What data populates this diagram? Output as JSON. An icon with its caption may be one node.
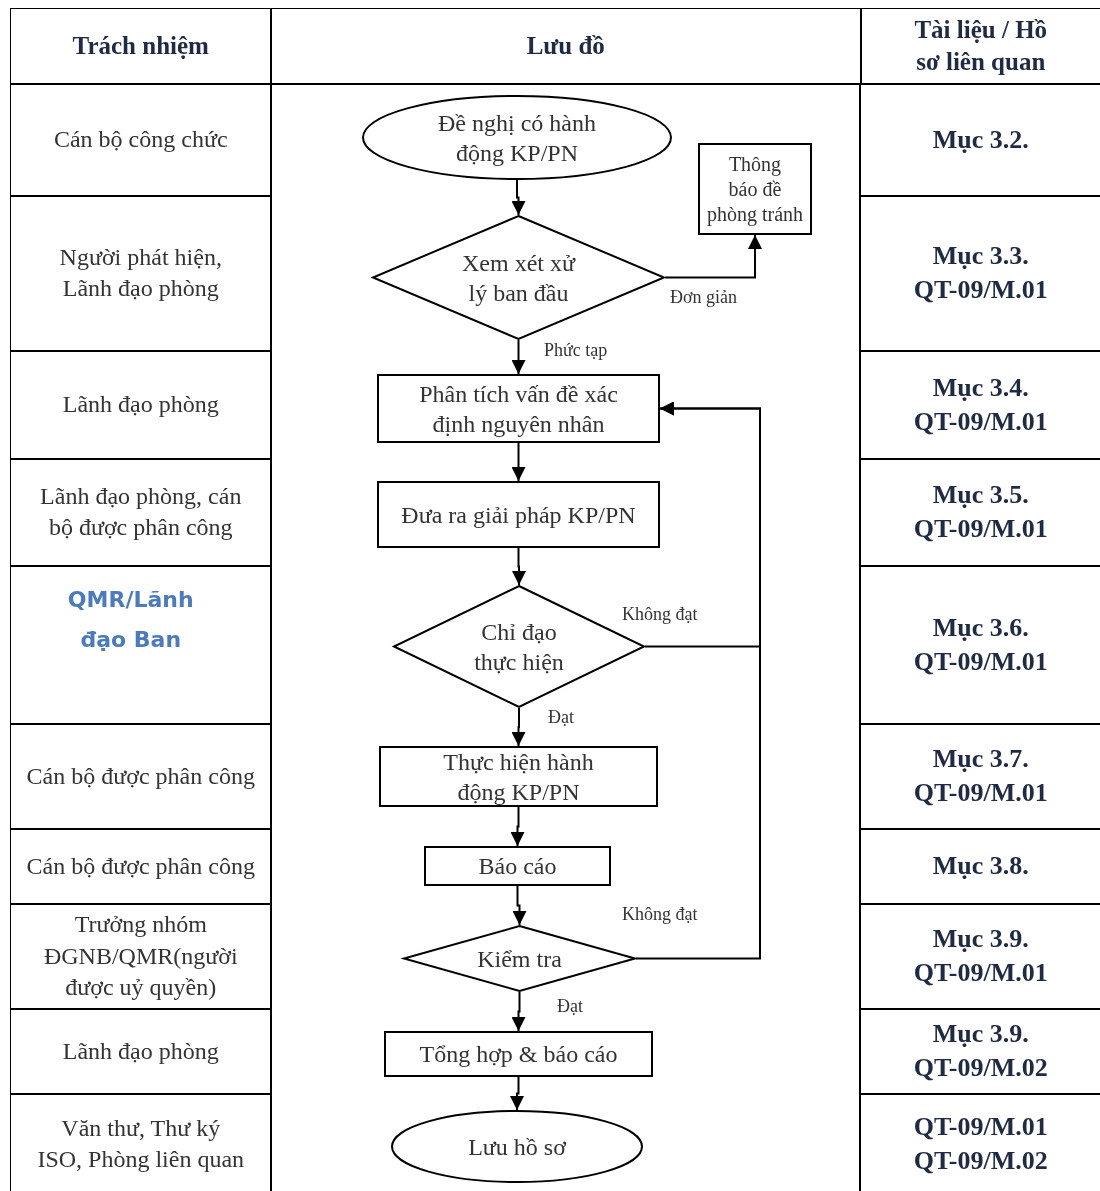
{
  "diagram": {
    "nodes": [
      {
        "text": [
          "Đề nghị có hành động KP/PN"
        ]
      },
      {
        "text": [
          "Thông báo đề phòng tránh"
        ]
      },
      {
        "text": [
          "Xem xét xử lý ban đầu"
        ]
      },
      {
        "text": [
          "Phân tích vấn đề xác định nguyên nhân"
        ]
      },
      {
        "text": [
          "Đưa ra giải pháp KP/PN"
        ]
      },
      {
        "text": [
          "Chỉ đạo thực hiện"
        ]
      },
      {
        "text": [
          "Thực hiện hành động KP/PN"
        ]
      },
      {
        "text": [
          "Báo cáo"
        ]
      },
      {
        "text": [
          "Kiểm tra"
        ]
      },
      {
        "text": [
          "Tổng hợp & báo cáo"
        ]
      },
      {
        "text": [
          "Lưu hồ sơ"
        ]
      }
    ],
    "edges": [
      {
        "from": 0,
        "to": 2,
        "arrow": "to"
      },
      {
        "from": 2,
        "to": 1,
        "arrow": "to",
        "label": "Đơn giản"
      },
      {
        "from": 2,
        "to": 3,
        "arrow": "to",
        "label": "Phức tạp"
      },
      {
        "from": 3,
        "to": 4,
        "arrow": "to"
      },
      {
        "from": 4,
        "to": 5,
        "arrow": "to"
      },
      {
        "from": 5,
        "to": 3,
        "arrow": "to",
        "label": "Không đạt"
      },
      {
        "from": 5,
        "to": 6,
        "arrow": "to",
        "label": "Đạt"
      },
      {
        "from": 6,
        "to": 7,
        "arrow": "to"
      },
      {
        "from": 7,
        "to": 8,
        "arrow": "to"
      },
      {
        "from": 8,
        "to": 3,
        "arrow": "to",
        "label": "Không đạt"
      },
      {
        "from": 8,
        "to": 9,
        "arrow": "to",
        "label": "Đạt"
      },
      {
        "from": 9,
        "to": 10,
        "arrow": "to"
      }
    ],
    "labels": [
      "Trách nhiệm",
      "Lưu đồ",
      "Tài liệu / Hồ sơ liên quan",
      "Cán bộ công chức",
      "Mục 3.2.",
      "Người phát hiện, Lãnh đạo phòng",
      "Mục 3.3. QT-09/M.01",
      "Lãnh đạo phòng",
      "Mục 3.4. QT-09/M.01",
      "Lãnh đạo phòng, cán bộ được phân công",
      "Mục 3.5. QT-09/M.01",
      "QMR/Lãnh đạo Ban",
      "Mục 3.6. QT-09/M.01",
      "Cán bộ được phân công",
      "Mục 3.7. QT-09/M.01",
      "Cán bộ được phân công",
      "Mục 3.8.",
      "Trưởng nhóm ĐGNB/QMR(người được uỷ quyền)",
      "Mục 3.9. QT-09/M.01",
      "Lãnh đạo phòng",
      "Mục 3.9. QT-09/M.02",
      "Văn thư, Thư ký ISO, Phòng liên quan",
      "QT-09/M.01 QT-09/M.02"
    ]
  }
}
